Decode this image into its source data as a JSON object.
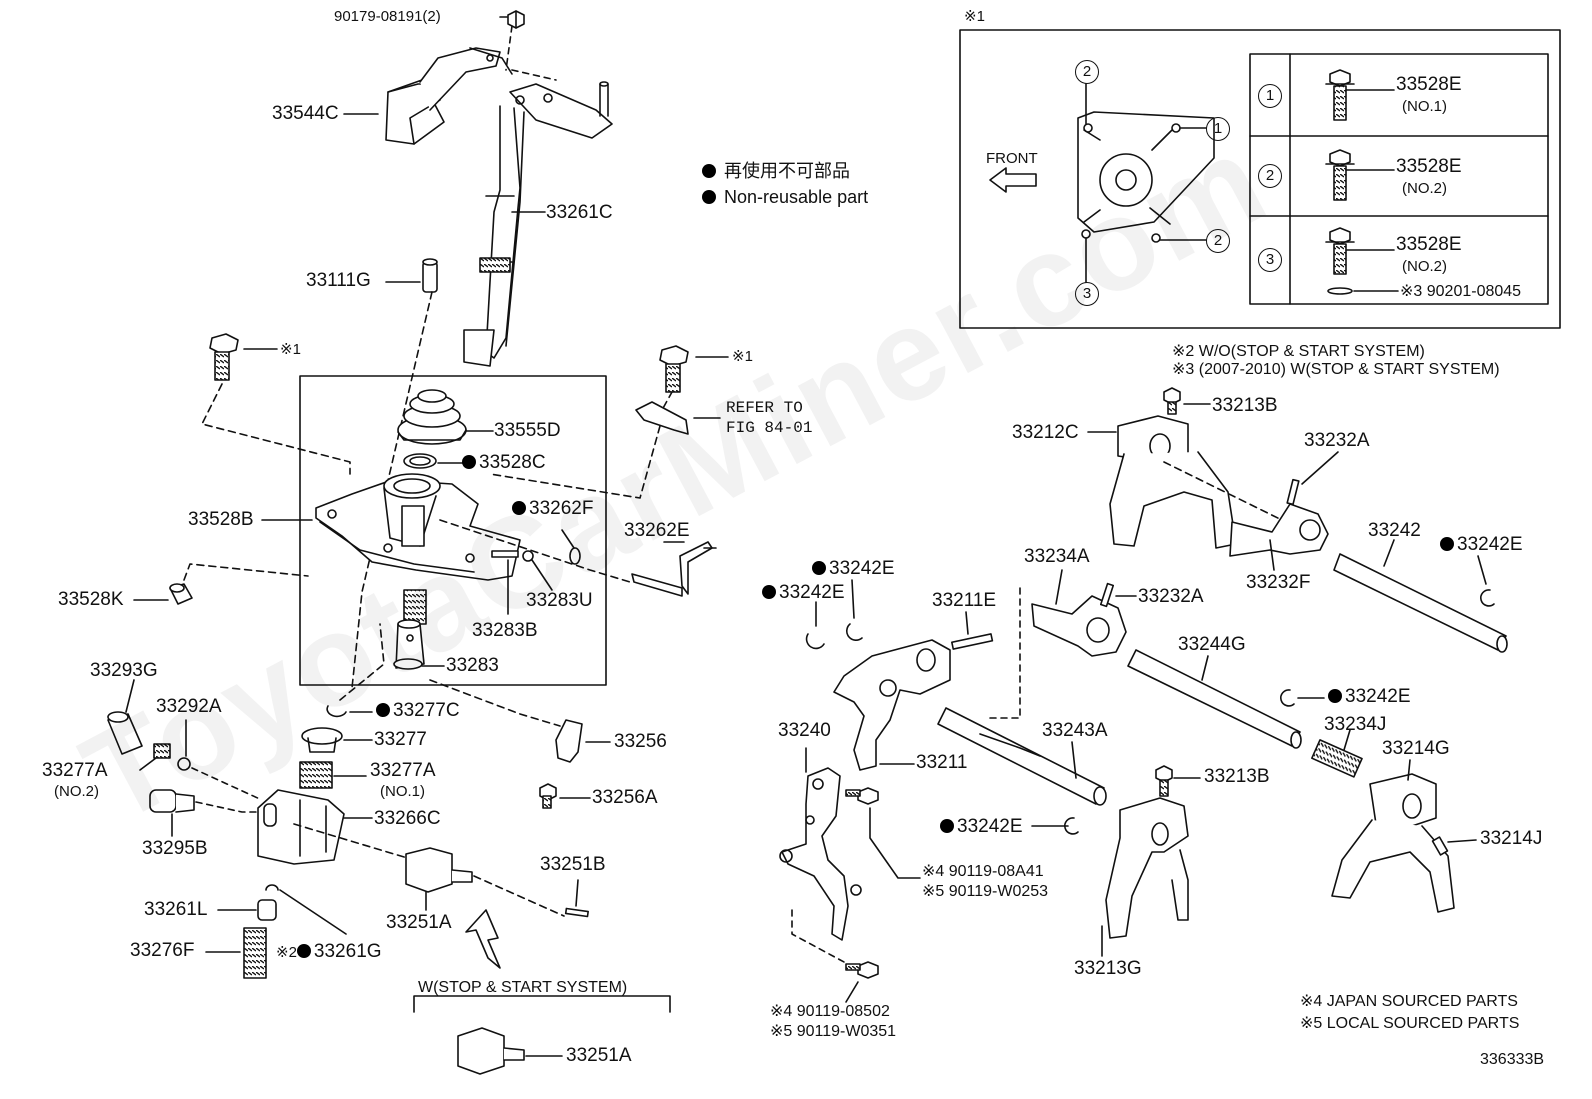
{
  "header_code": "90179-08191(2)",
  "legend": {
    "line1": "再使用不可部品",
    "line2": "Non-reusable part"
  },
  "inset": {
    "mark": "※1",
    "front_label": "FRONT",
    "rows": [
      {
        "num": "1",
        "part": "33528E",
        "note": "(NO.1)",
        "extra": ""
      },
      {
        "num": "2",
        "part": "33528E",
        "note": "(NO.2)",
        "extra": ""
      },
      {
        "num": "3",
        "part": "33528E",
        "note": "(NO.2)",
        "extra": "※3 90201-08045"
      }
    ],
    "callouts": [
      "1",
      "2",
      "2",
      "3"
    ]
  },
  "notes": {
    "n2": "※2  W/O(STOP & START SYSTEM)",
    "n3": "※3 (2007-2010) W(STOP & START SYSTEM)",
    "n4": "※4 JAPAN SOURCED PARTS",
    "n5": "※5 LOCAL SOURCED PARTS",
    "figure_id": "336333B"
  },
  "refer": {
    "line1": "REFER TO",
    "line2": "FIG 84-01"
  },
  "variant_label": "W(STOP & START SYSTEM)",
  "parts": {
    "p33544C": "33544C",
    "p33261C": "33261C",
    "p33111G": "33111G",
    "bolt1_mark": "※1",
    "bolt2_mark": "※1",
    "p33555D": "33555D",
    "p33528C": "33528C",
    "p33528B": "33528B",
    "p33262F": "33262F",
    "p33262E": "33262E",
    "p33283U": "33283U",
    "p33283B": "33283B",
    "p33528K": "33528K",
    "p33283": "33283",
    "p33293G": "33293G",
    "p33292A": "33292A",
    "p33277A_2": "33277A",
    "p33277A_2_note": "(NO.2)",
    "p33277C": "33277C",
    "p33277": "33277",
    "p33277A_1": "33277A",
    "p33277A_1_note": "(NO.1)",
    "p33256": "33256",
    "p33256A": "33256A",
    "p33295B": "33295B",
    "p33266C": "33266C",
    "p33251B": "33251B",
    "p33261L": "33261L",
    "p33251A": "33251A",
    "p33276F": "33276F",
    "p33261G_mark": "※2",
    "p33261G": "33261G",
    "p33251A_b": "33251A",
    "p33212C": "33212C",
    "p33213B_top": "33213B",
    "p33232A_top": "33232A",
    "p33232F": "33232F",
    "p33242": "33242",
    "p33242E_r": "33242E",
    "p33242E_a": "33242E",
    "p33242E_b": "33242E",
    "p33234A": "33234A",
    "p33211E": "33211E",
    "p33232A_mid": "33232A",
    "p33244G": "33244G",
    "p33242E_c": "33242E",
    "p33240": "33240",
    "p33243A": "33243A",
    "p33234J": "33234J",
    "p33211": "33211",
    "p33213B_mid": "33213B",
    "p33214G": "33214G",
    "p33242E_d": "33242E",
    "p33214J": "33214J",
    "bolt_a_1": "※4 90119-08A41",
    "bolt_a_2": "※5 90119-W0253",
    "bolt_b_1": "※4 90119-08502",
    "bolt_b_2": "※5 90119-W0351",
    "p33213G": "33213G"
  }
}
